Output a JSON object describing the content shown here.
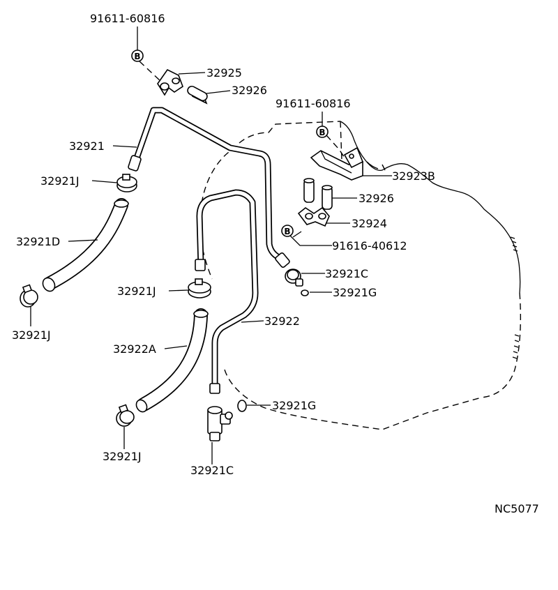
{
  "callouts": {
    "bolt_top_1": "91611-60816",
    "clamp_32925": "32925",
    "sleeve_top": "32926",
    "bolt_top_2": "91611-60816",
    "pipe_32921": "32921",
    "bracket_32923b": "32923B",
    "clip_32921j_1": "32921J",
    "sleeve_mid": "32926",
    "clamp_32924": "32924",
    "hose_32921d": "32921D",
    "bolt_91616": "91616-40612",
    "union_32921c_1": "32921C",
    "gasket_32921g_1": "32921G",
    "clip_32921j_2": "32921J",
    "clip_32921j_3": "32921J",
    "pipe_32922": "32922",
    "hose_32922a": "32922A",
    "gasket_32921g_2": "32921G",
    "clip_32921j_4": "32921J",
    "union_32921c_2": "32921C"
  },
  "bolt_marker": "B",
  "diagram_code": "NC5077"
}
